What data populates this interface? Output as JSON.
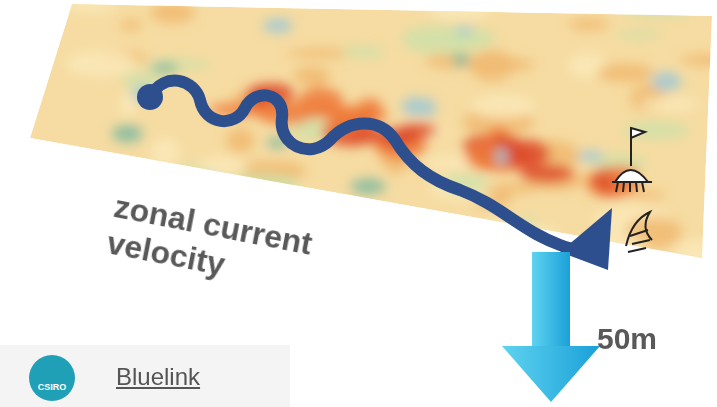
{
  "diagram": {
    "nodes": [
      {
        "text": [
          "CSIRO"
        ]
      }
    ],
    "labels": [
      "zonal current velocity",
      "50m",
      "Bluelink"
    ]
  }
}
